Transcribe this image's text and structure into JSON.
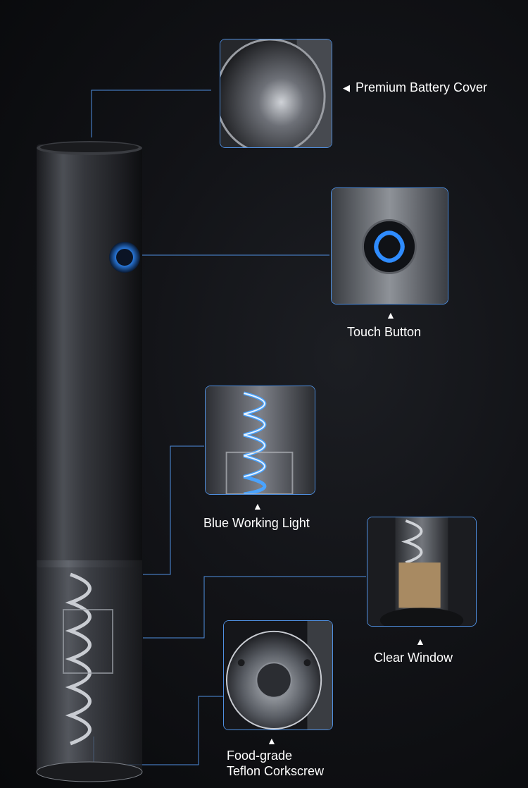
{
  "callouts": {
    "battery_cover": {
      "label": "Premium Battery Cover",
      "icon": "left-triangle-arrow-icon"
    },
    "touch_button": {
      "label": "Touch Button",
      "icon": "up-triangle-arrow-icon"
    },
    "blue_light": {
      "label": "Blue Working Light",
      "icon": "up-triangle-arrow-icon"
    },
    "clear_window": {
      "label": "Clear Window",
      "icon": "up-triangle-arrow-icon"
    },
    "corkscrew": {
      "label_line1": "Food-grade",
      "label_line2": "Teflon Corkscrew",
      "icon": "up-triangle-arrow-icon"
    }
  },
  "arrows": {
    "left": "◀",
    "up": "▲"
  },
  "colors": {
    "leader_line": "#4f8fe0",
    "frame": "#4f8fe0",
    "glow_blue": "#2f8cff",
    "background": "#0c0d10",
    "text": "#ffffff"
  }
}
